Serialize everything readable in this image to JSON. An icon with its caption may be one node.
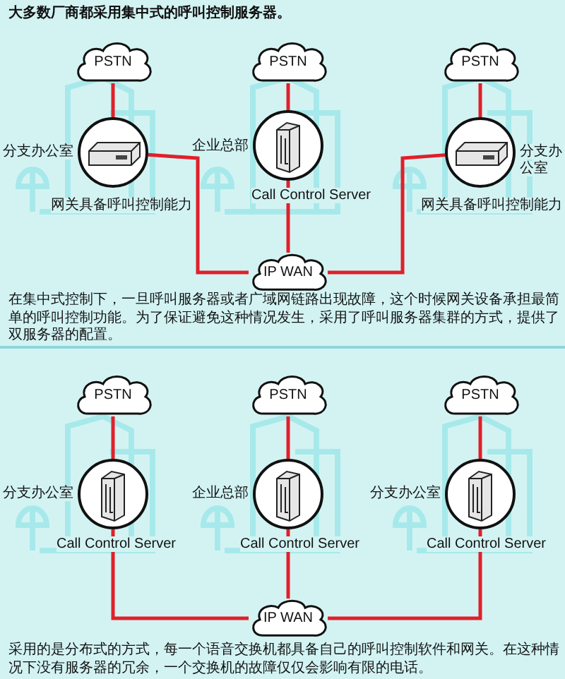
{
  "diagram": {
    "title": "大多数厂商都采用集中式的呼叫控制服务器。",
    "nodes": [
      {
        "text": [
          "PSTN"
        ]
      },
      {
        "text": [
          "PSTN"
        ]
      },
      {
        "text": [
          "PSTN"
        ]
      },
      {
        "text": [],
        "shape": "circle",
        "beside": [
          "分支办公室",
          "网关具备呼叫控制能力"
        ]
      },
      {
        "text": [],
        "shape": "circle",
        "beside": [
          "企业总部",
          "Call Control Server"
        ]
      },
      {
        "text": [],
        "shape": "circle",
        "beside": [
          "分支办公室",
          "网关具备呼叫控制能力"
        ]
      },
      {
        "text": [
          "IP WAN"
        ]
      },
      {
        "text": [
          "PSTN"
        ]
      },
      {
        "text": [
          "PSTN"
        ]
      },
      {
        "text": [
          "PSTN"
        ]
      },
      {
        "text": [],
        "shape": "circle",
        "beside": [
          "分支办公室",
          "Call Control Server"
        ]
      },
      {
        "text": [],
        "shape": "circle",
        "beside": [
          "企业总部",
          "Call Control Server"
        ]
      },
      {
        "text": [],
        "shape": "circle",
        "beside": [
          "分支办公室",
          "Call Control Server"
        ]
      },
      {
        "text": [
          "IP WAN"
        ]
      }
    ],
    "edges": [
      {
        "from": 0,
        "to": 3,
        "arrow": "none"
      },
      {
        "from": 1,
        "to": 4,
        "arrow": "none"
      },
      {
        "from": 2,
        "to": 5,
        "arrow": "none"
      },
      {
        "from": 3,
        "to": 6,
        "arrow": "none"
      },
      {
        "from": 4,
        "to": 6,
        "arrow": "none"
      },
      {
        "from": 5,
        "to": 6,
        "arrow": "none"
      },
      {
        "from": 7,
        "to": 10,
        "arrow": "none"
      },
      {
        "from": 8,
        "to": 11,
        "arrow": "none"
      },
      {
        "from": 9,
        "to": 12,
        "arrow": "none"
      },
      {
        "from": 10,
        "to": 13,
        "arrow": "none"
      },
      {
        "from": 11,
        "to": 13,
        "arrow": "none"
      },
      {
        "from": 12,
        "to": 13,
        "arrow": "none"
      }
    ],
    "labels": [
      "在集中式控制下，一旦呼叫服务器或者广域网链路出现故障，这个时候网关设备承担最简单的呼叫控制功能。为了保证避免这种情况发生，采用了呼叫服务器集群的方式，提供了双服务器的配置。",
      "采用的是分布式的方式，每一个语音交换机都具备自己的呼叫控制软件和网关。在这种情况下没有服务器的冗余，一个交换机的故障仅仅会影响有限的电话。"
    ]
  }
}
